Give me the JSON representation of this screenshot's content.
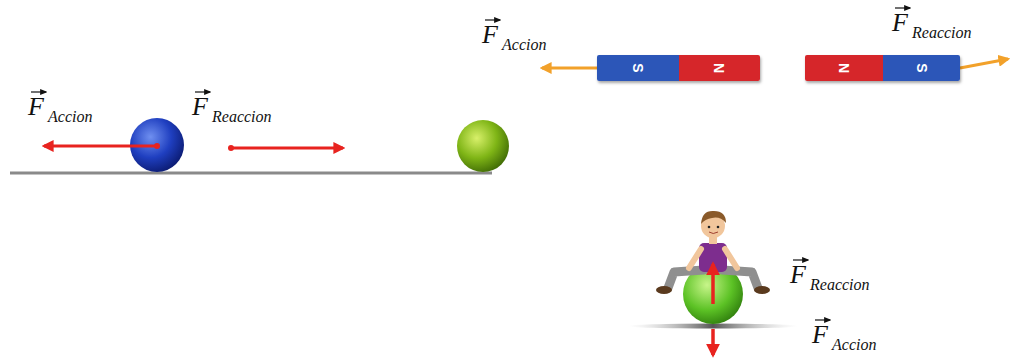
{
  "diagram": {
    "nodes": [
      {
        "text": [
          "S",
          "N"
        ]
      },
      {
        "text": [
          "N",
          "S"
        ]
      }
    ],
    "labels": [
      "F",
      "Accion",
      "F",
      "Reaccion",
      "F",
      "Accion",
      "F",
      "Reaccion",
      "F",
      "Reaccion",
      "F",
      "Accion"
    ]
  }
}
